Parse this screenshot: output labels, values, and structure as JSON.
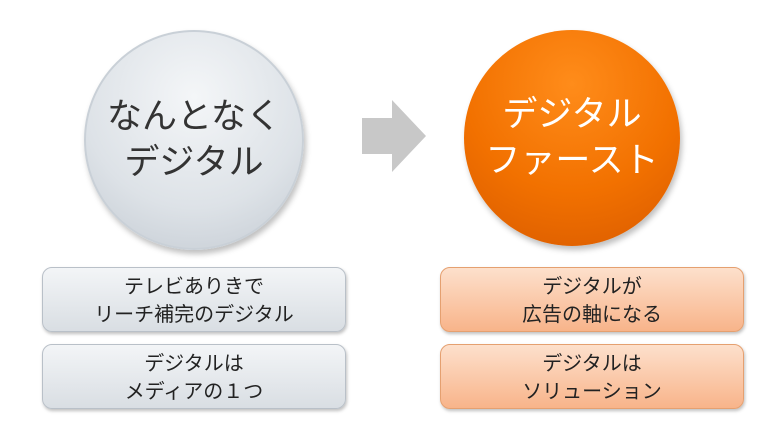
{
  "left": {
    "circle": [
      "なんとなく",
      "デジタル"
    ],
    "boxes": [
      [
        "テレビありきで",
        "リーチ補完のデジタル"
      ],
      [
        "デジタルは",
        "メディアの１つ"
      ]
    ]
  },
  "right": {
    "circle": [
      "デジタル",
      "ファースト"
    ],
    "boxes": [
      [
        "デジタルが",
        "広告の軸になる"
      ],
      [
        "デジタルは",
        "ソリューション"
      ]
    ]
  },
  "colors": {
    "accent": "#f27100",
    "gray": "#dde2e7",
    "arrow": "#c8c8c8"
  }
}
